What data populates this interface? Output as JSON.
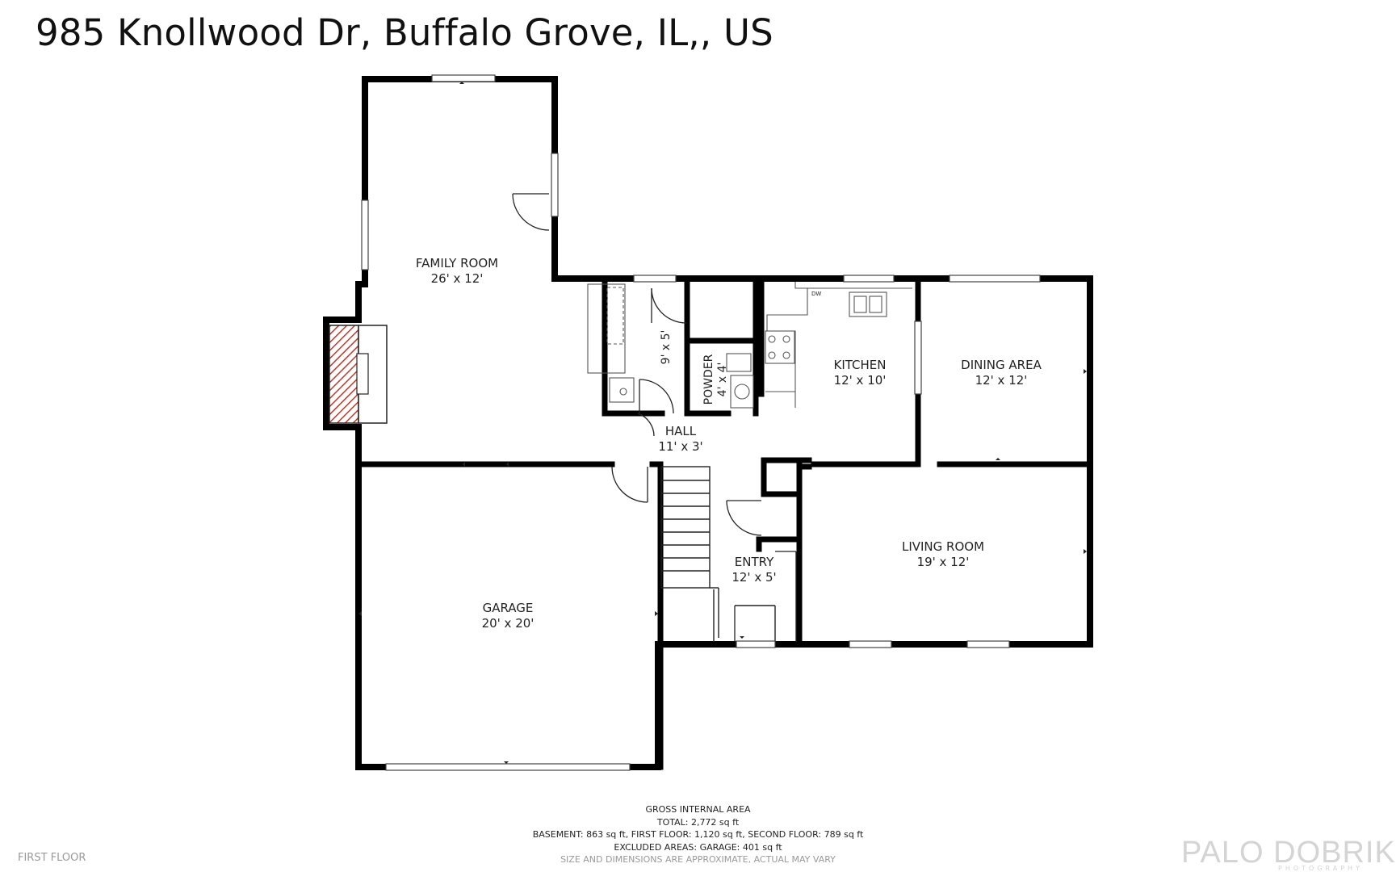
{
  "title": "985 Knollwood Dr, Buffalo Grove, IL,, US",
  "rooms": {
    "family_room": {
      "name": "FAMILY ROOM",
      "size": "26' x 12'"
    },
    "laundry": {
      "size": "9' x 5'"
    },
    "powder": {
      "name": "POWDER",
      "size": "4' x 4'"
    },
    "kitchen": {
      "name": "KITCHEN",
      "size": "12' x 10'"
    },
    "dining_area": {
      "name": "DINING AREA",
      "size": "12' x 12'"
    },
    "hall": {
      "name": "HALL",
      "size": "11' x 3'"
    },
    "garage": {
      "name": "GARAGE",
      "size": "20' x 20'"
    },
    "entry": {
      "name": "ENTRY",
      "size": "12' x 5'"
    },
    "living_room": {
      "name": "LIVING ROOM",
      "size": "19' x 12'"
    }
  },
  "appliance_label": "DW",
  "gia": {
    "heading": "GROSS INTERNAL AREA",
    "total": "TOTAL: 2,772 sq ft",
    "breakdown": "BASEMENT: 863 sq ft, FIRST FLOOR: 1,120 sq ft, SECOND FLOOR: 789 sq ft",
    "excluded": "EXCLUDED AREAS: GARAGE: 401 sq ft",
    "note": "SIZE AND DIMENSIONS ARE APPROXIMATE, ACTUAL MAY VARY"
  },
  "floor_label": "FIRST FLOOR",
  "logo": {
    "name": "PALO DOBRIK",
    "subtitle": "PHOTOGRAPHY"
  },
  "colors": {
    "wall": "#000000",
    "fireplace": "#c0392b"
  }
}
